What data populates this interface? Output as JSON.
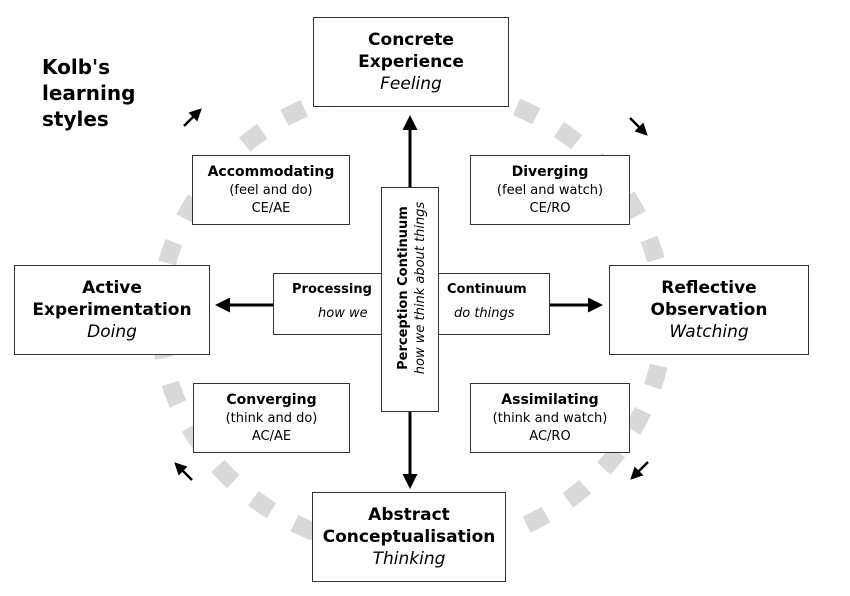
{
  "heading": "Kolb's learning styles",
  "poles": {
    "top": {
      "title": "Concrete Experience",
      "mode": "Feeling"
    },
    "left": {
      "title": "Active Experimentation",
      "mode": "Doing"
    },
    "right": {
      "title": "Reflective Observation",
      "mode": "Watching"
    },
    "bottom": {
      "title": "Abstract Conceptualisation",
      "mode": "Thinking"
    }
  },
  "styles": {
    "accommodating": {
      "name": "Accommodating",
      "desc": "(feel and do)",
      "code": "CE/AE"
    },
    "diverging": {
      "name": "Diverging",
      "desc": "(feel and watch)",
      "code": "CE/RO"
    },
    "converging": {
      "name": "Converging",
      "desc": "(think and do)",
      "code": "AC/AE"
    },
    "assimilating": {
      "name": "Assimilating",
      "desc": "(think and watch)",
      "code": "AC/RO"
    }
  },
  "processing": {
    "left_title": "Processing",
    "left_sub": "how we",
    "right_title": "Continuum",
    "right_sub": "do things"
  },
  "perception": {
    "title": "Perception Continuum",
    "sub": "how we think about things"
  },
  "colors": {
    "ring": "#d9d9d9",
    "border": "#333333",
    "arrow": "#000000"
  }
}
